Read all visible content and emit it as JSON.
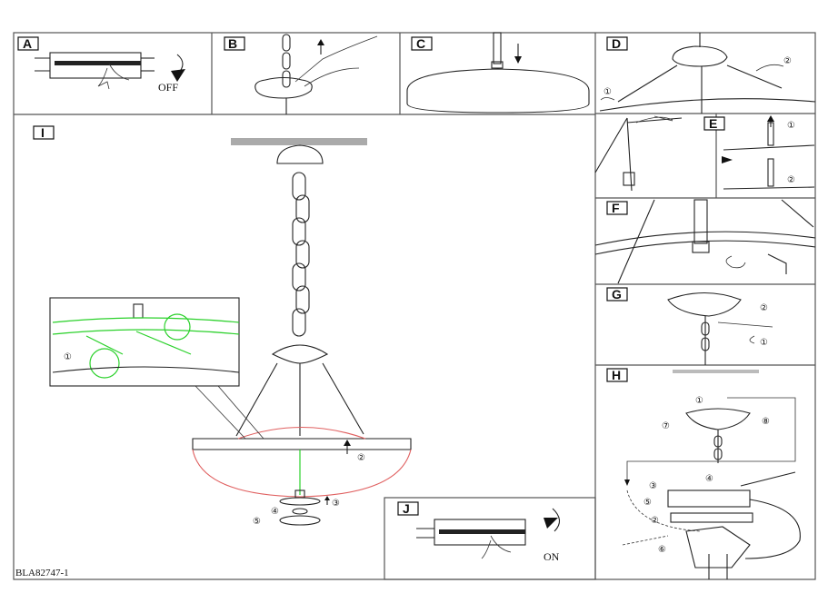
{
  "panels": {
    "A": {
      "label": "A",
      "action": "OFF"
    },
    "B": {
      "label": "B"
    },
    "C": {
      "label": "C"
    },
    "D": {
      "label": "D",
      "steps": [
        "①",
        "②"
      ]
    },
    "E": {
      "label": "E",
      "steps": [
        "①",
        "②"
      ]
    },
    "F": {
      "label": "F"
    },
    "G": {
      "label": "G",
      "steps": [
        "②",
        "①"
      ]
    },
    "H": {
      "label": "H",
      "steps": [
        "①",
        "⑦",
        "⑧",
        "③",
        "④",
        "⑤",
        "②",
        "⑥"
      ]
    },
    "I": {
      "label": "I",
      "steps": [
        "①",
        "②",
        "③",
        "④",
        "⑤"
      ]
    },
    "J": {
      "label": "J",
      "action": "ON"
    }
  },
  "model_code": "BLA82747-1"
}
